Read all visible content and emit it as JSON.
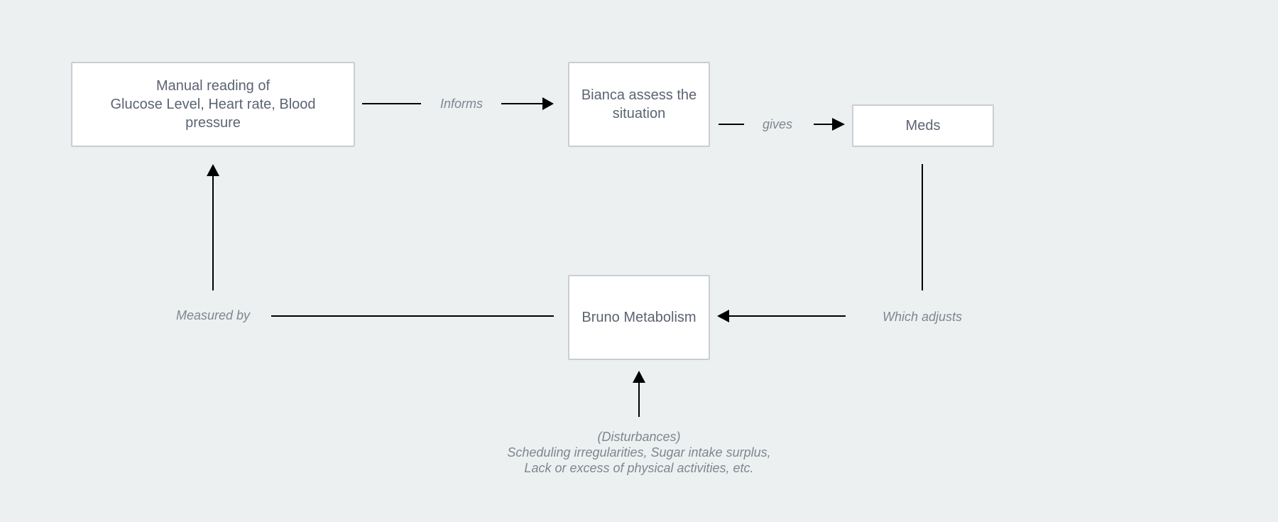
{
  "colors": {
    "background": "#ecf0f1",
    "node_fill": "#ffffff",
    "node_border": "#c8ced2",
    "node_text": "#5b6472",
    "label_text": "#7f868f",
    "edge": "#000000"
  },
  "nodes": {
    "manual_reading": "Manual reading of\nGlucose Level, Heart rate, Blood\npressure",
    "bianca": "Bianca assess the\nsituation",
    "meds": "Meds",
    "bruno": "Bruno Metabolism"
  },
  "edges": {
    "informs": "Informs",
    "gives": "gives",
    "which_adjusts": "Which adjusts",
    "measured_by": "Measured by"
  },
  "disturbances": {
    "line1": "(Disturbances)",
    "line2": "Scheduling irregularities, Sugar intake surplus,",
    "line3": "Lack or excess of physical activities, etc."
  }
}
